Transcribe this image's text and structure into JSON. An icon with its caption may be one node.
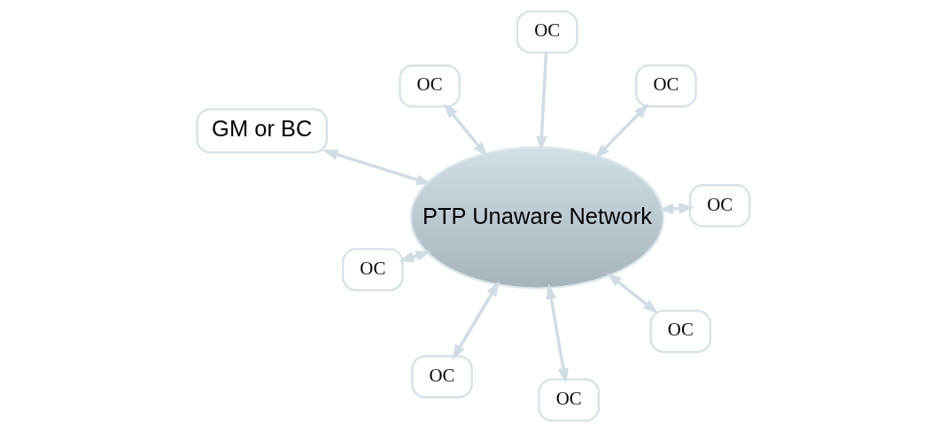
{
  "diagram": {
    "nodes": [
      {
        "text": [
          "GM or BC"
        ]
      },
      {
        "text": [
          "PTP Unaware Network"
        ]
      },
      {
        "text": [
          "OC"
        ]
      },
      {
        "text": [
          "OC"
        ]
      },
      {
        "text": [
          "OC"
        ]
      },
      {
        "text": [
          "OC"
        ]
      },
      {
        "text": [
          "OC"
        ]
      },
      {
        "text": [
          "OC"
        ]
      },
      {
        "text": [
          "OC"
        ]
      },
      {
        "text": [
          "OC"
        ]
      }
    ],
    "edges": [
      {
        "from": 0,
        "to": 1,
        "arrow": "both"
      },
      {
        "from": 2,
        "to": 1,
        "arrow": "both"
      },
      {
        "from": 3,
        "to": 1,
        "arrow": "to"
      },
      {
        "from": 4,
        "to": 1,
        "arrow": "both"
      },
      {
        "from": 5,
        "to": 1,
        "arrow": "both"
      },
      {
        "from": 6,
        "to": 1,
        "arrow": "both"
      },
      {
        "from": 7,
        "to": 1,
        "arrow": "both"
      },
      {
        "from": 9,
        "to": 1,
        "arrow": "both"
      },
      {
        "from": 8,
        "to": 1,
        "arrow": "both"
      }
    ]
  }
}
